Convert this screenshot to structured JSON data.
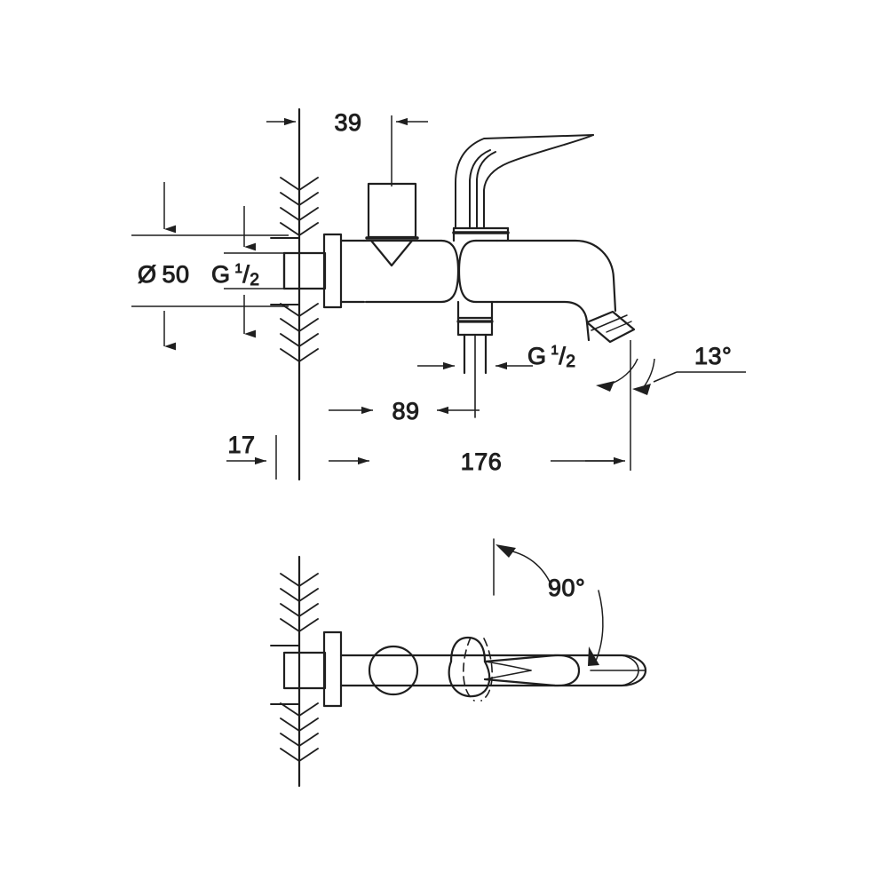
{
  "drawing": {
    "type": "technical-dimension-drawing",
    "subject": "wall-mounted single-lever bath/shower mixer tap",
    "background_color": "#ffffff",
    "line_color": "#1f1f1f",
    "views": [
      {
        "id": "elevation",
        "name": "side-elevation-view"
      },
      {
        "id": "plan",
        "name": "plan-top-view"
      }
    ]
  },
  "dimensions": {
    "depth_39": "39",
    "diameter_50": "Ø 50",
    "thread_top": {
      "prefix": "G",
      "numerator": "1",
      "slash": "/",
      "denominator": "2"
    },
    "thread_bottom": {
      "prefix": "G",
      "numerator": "1",
      "slash": "/",
      "denominator": "2"
    },
    "projection_89": "89",
    "length_176": "176",
    "wall_17": "17",
    "angle_spout": "13°",
    "angle_lever": "90°"
  },
  "labels": {
    "diameter_symbol": "Ø",
    "diameter_value": "50",
    "degree_symbol": "°"
  },
  "chart_data": {
    "type": "table",
    "title": "Mixer tap dimensions (mm / inch thread)",
    "categories": [
      "39",
      "Ø 50",
      "G 1/2 (inlet)",
      "89",
      "176",
      "17",
      "13°",
      "90°"
    ],
    "values": [
      39,
      50,
      0.5,
      89,
      176,
      17,
      13,
      90
    ]
  }
}
